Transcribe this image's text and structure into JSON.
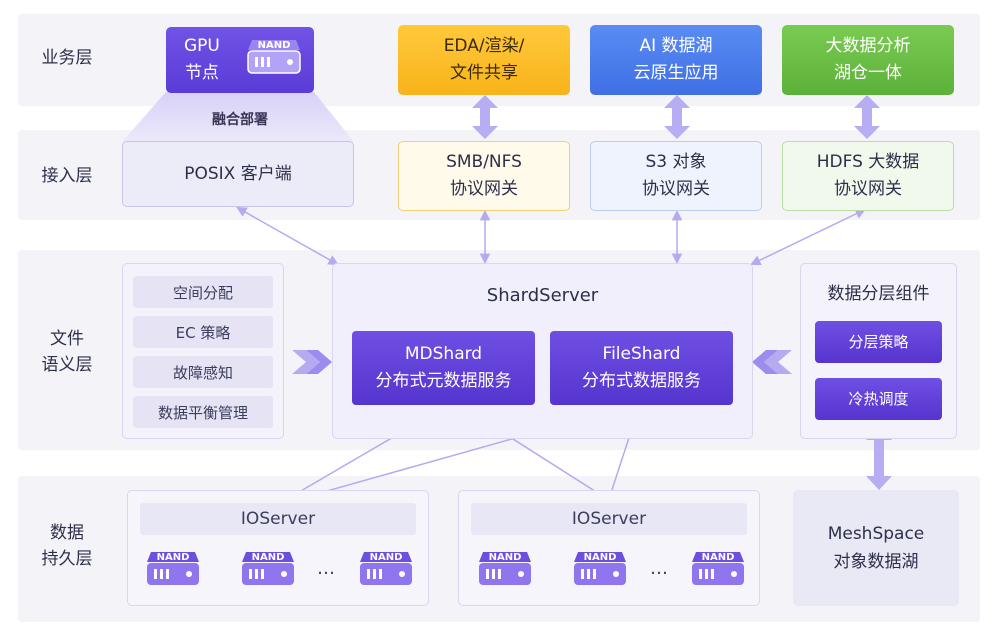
{
  "layers": {
    "business": "业务层",
    "access": "接入层",
    "semantic": "文件\n语义层",
    "persistence": "数据\n持久层"
  },
  "business": {
    "gpu": "GPU\n节点",
    "eda": "EDA/渲染/\n文件共享",
    "ai": "AI 数据湖\n云原生应用",
    "bigdata": "大数据分析\n湖仓一体"
  },
  "fusion_label": "融合部署",
  "access": {
    "posix": "POSIX 客户端",
    "smb": "SMB/NFS\n协议网关",
    "s3": "S3 对象\n协议网关",
    "hdfs": "HDFS 大数据\n协议网关"
  },
  "semantic": {
    "features": [
      "空间分配",
      "EC 策略",
      "故障感知",
      "数据平衡管理"
    ],
    "shard_server": "ShardServer",
    "mdshard": "MDShard\n分布式元数据服务",
    "fileshard": "FileShard\n分布式数据服务",
    "tiering_title": "数据分层组件",
    "tiering_items": [
      "分层策略",
      "冷热调度"
    ]
  },
  "persistence": {
    "ioserver_1": "IOServer",
    "ioserver_2": "IOServer",
    "ellipsis": "…",
    "meshspace": "MeshSpace\n对象数据湖"
  },
  "nand_label": "NAND",
  "colors": {
    "primary_purple": "#5b3bd6",
    "eda_yellow": "#f8b31a",
    "ai_blue": "#3f6fe4",
    "bigdata_green": "#5cb13a",
    "connector": "#b3aaf0"
  }
}
